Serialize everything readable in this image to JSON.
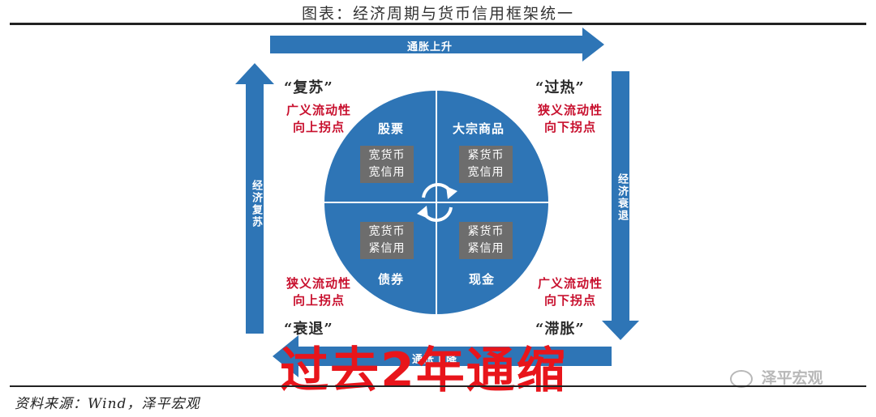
{
  "title": "图表：经济周期与货币信用框架统一",
  "source": "资料来源：Wind，泽平宏观",
  "arrows": {
    "top": "通胀上升",
    "right": "经济衰退",
    "bottom": "通胀下降",
    "left": "经济复苏"
  },
  "phases": {
    "recovery": "“复苏”",
    "overheat": "“过热”",
    "recession": "“衰退”",
    "stagflation": "“滞胀”"
  },
  "turning_points": {
    "top_left": [
      "广义流动性",
      "向上拐点"
    ],
    "top_right": [
      "狭义流动性",
      "向下拐点"
    ],
    "bottom_left": [
      "狭义流动性",
      "向上拐点"
    ],
    "bottom_right": [
      "广义流动性",
      "向下拐点"
    ]
  },
  "quadrants": {
    "top_left": {
      "asset": "股票",
      "policy": [
        "宽货币",
        "宽信用"
      ]
    },
    "top_right": {
      "asset": "大宗商品",
      "policy": [
        "紧货币",
        "宽信用"
      ]
    },
    "bottom_left": {
      "asset": "债券",
      "policy": [
        "宽货币",
        "紧信用"
      ]
    },
    "bottom_right": {
      "asset": "现金",
      "policy": [
        "紧货币",
        "紧信用"
      ]
    }
  },
  "overlay_text": "过去2年通缩",
  "watermark": "泽平宏观",
  "colors": {
    "blue": "#2e75b6",
    "red": "#c8102e",
    "box": "#6d6d6d",
    "overlay": "#e8151b"
  }
}
